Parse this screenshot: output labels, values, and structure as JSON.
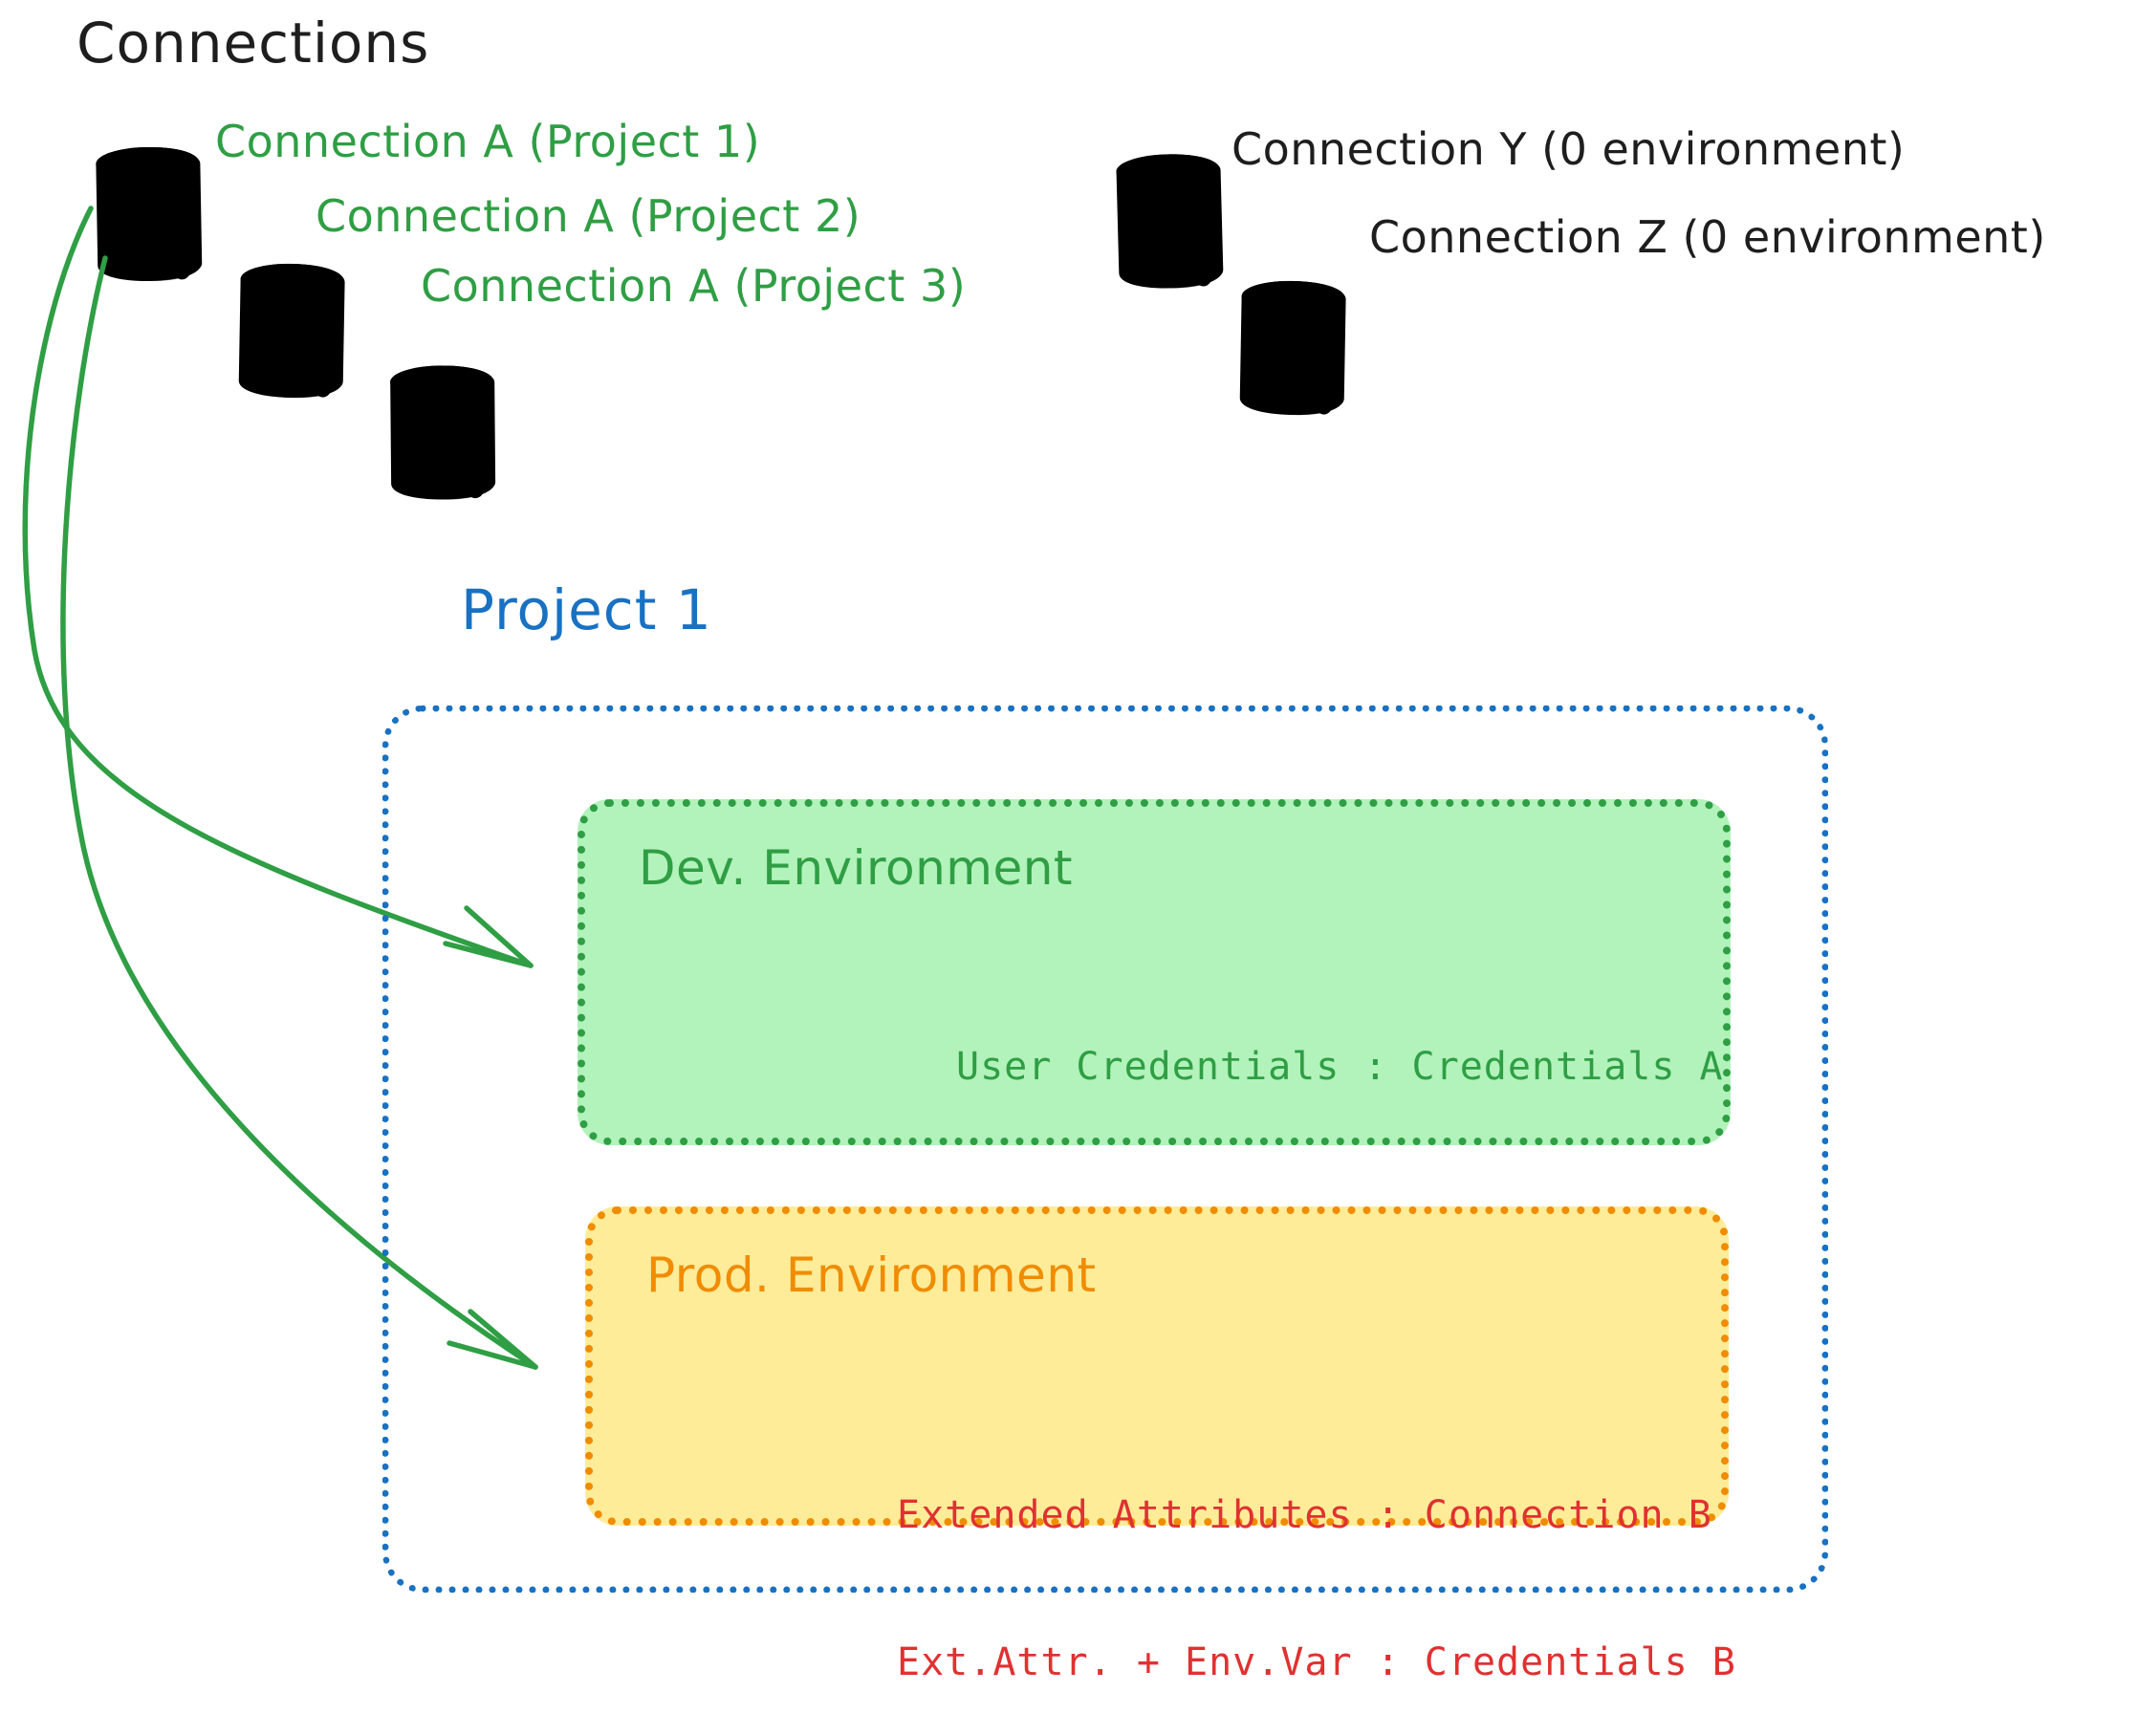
{
  "diagram": {
    "title": "Connections",
    "background": "#ffffff",
    "colors": {
      "green_stroke": "#2f9e44",
      "green_fill": "#b2f2bb",
      "gray_stroke": "#1e1e1e",
      "gray_fill": "#ced4da",
      "blue": "#1971c2",
      "orange": "#f08c00",
      "yellow_fill": "#ffec99",
      "red": "#e03131",
      "black": "#1e1e1e"
    }
  },
  "connections": {
    "green": [
      {
        "icon": "database-icon",
        "label": "Connection A (Project 1)"
      },
      {
        "icon": "database-icon",
        "label": "Connection A (Project 2)"
      },
      {
        "icon": "database-icon",
        "label": "Connection A (Project 3)"
      }
    ],
    "gray": [
      {
        "icon": "database-icon",
        "label": "Connection Y (0 environment)"
      },
      {
        "icon": "database-icon",
        "label": "Connection Z (0 environment)"
      }
    ]
  },
  "project": {
    "title": "Project 1",
    "environments": [
      {
        "name": "Dev. Environment",
        "accent": "#2f9e44",
        "fill": "#b2f2bb",
        "lines": [
          "User Credentials : Credentials A"
        ]
      },
      {
        "name": "Prod. Environment",
        "accent": "#f08c00",
        "fill": "#ffec99",
        "lines": [
          "Extended Attributes : Connection B",
          "Ext.Attr. + Env.Var : Credentials B"
        ]
      }
    ]
  },
  "arrows": [
    {
      "from": "Connection A (Project 1)",
      "to": "Dev. Environment"
    },
    {
      "from": "Connection A (Project 1)",
      "to": "Prod. Environment"
    }
  ]
}
